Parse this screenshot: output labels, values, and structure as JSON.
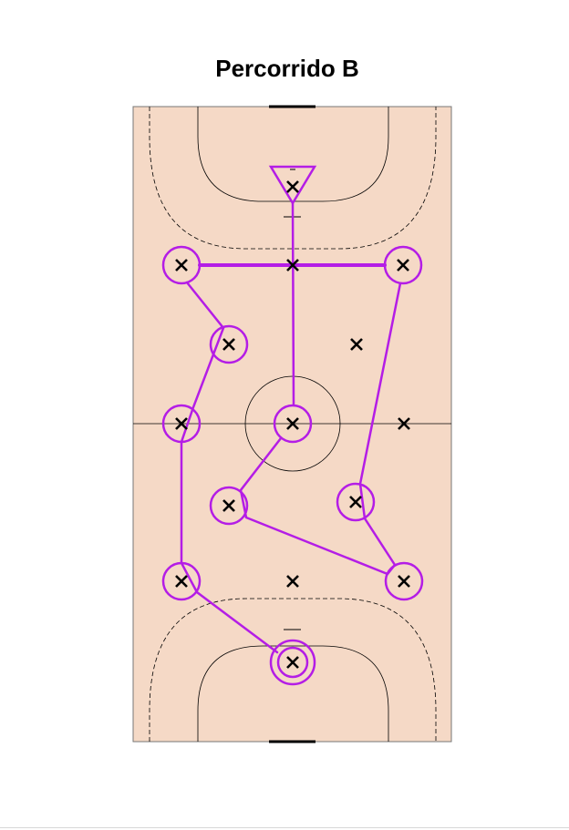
{
  "title": "Percorrido B",
  "colors": {
    "court": "#f5d9c6",
    "path": "#b41de6",
    "lines": "#000000"
  },
  "markers": [
    {
      "id": "left-wing-top",
      "type": "circle"
    },
    {
      "id": "top-center",
      "type": "plain"
    },
    {
      "id": "right-wing-top",
      "type": "circle"
    },
    {
      "id": "left-mid-upper",
      "type": "circle"
    },
    {
      "id": "right-mid-upper",
      "type": "plain"
    },
    {
      "id": "left-center-line",
      "type": "circle"
    },
    {
      "id": "center",
      "type": "circle"
    },
    {
      "id": "right-center-line",
      "type": "plain"
    },
    {
      "id": "left-mid-lower",
      "type": "circle"
    },
    {
      "id": "right-mid-lower",
      "type": "circle"
    },
    {
      "id": "left-wing-bottom",
      "type": "circle"
    },
    {
      "id": "bottom-center",
      "type": "plain"
    },
    {
      "id": "right-wing-bottom",
      "type": "circle"
    },
    {
      "id": "bottom-goal",
      "type": "double-circle"
    },
    {
      "id": "top-goal",
      "type": "triangle"
    }
  ]
}
